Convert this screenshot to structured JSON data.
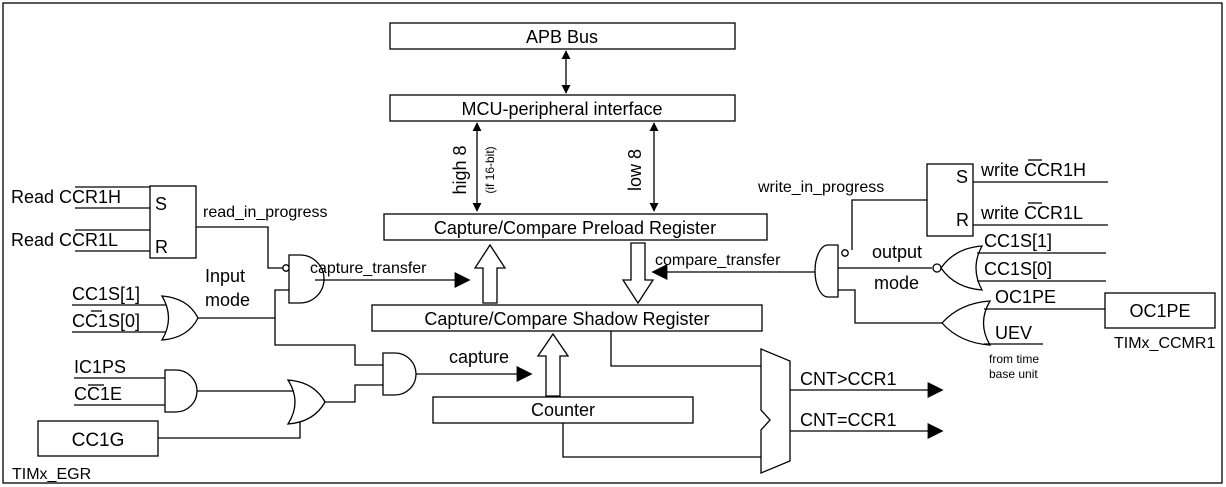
{
  "blocks": {
    "apb_bus": "APB Bus",
    "mcu_interface": "MCU-peripheral interface",
    "preload_register": "Capture/Compare Preload Register",
    "shadow_register": "Capture/Compare Shadow Register",
    "counter": "Counter",
    "cc1g": "CC1G",
    "oc1pe": "OC1PE"
  },
  "captions": {
    "timx_egr": "TIMx_EGR",
    "timx_ccmr1": "TIMx_CCMR1"
  },
  "bus_labels": {
    "high_8": "high 8",
    "if_16_bit": "(if 16-bit)",
    "low_8": "low 8"
  },
  "read_latch": {
    "read_ccr1h": "Read CCR1H",
    "read_ccr1l": "Read CCR1L",
    "s": "S",
    "r": "R",
    "output": "read_in_progress"
  },
  "write_latch": {
    "input": "write_in_progress",
    "write_ccr1h": "write CCR1H",
    "write_ccr1l": "write CCR1L",
    "s": "S",
    "r": "R"
  },
  "input_side": {
    "cc1s1": "CC1S[1]",
    "cc1s0": "CC1S[0]",
    "input_mode_1": "Input",
    "input_mode_2": "mode",
    "ic1ps": "IC1PS",
    "cc1e": "CC1E",
    "capture_transfer": "capture_transfer",
    "capture": "capture"
  },
  "output_side": {
    "compare_transfer": "compare_transfer",
    "output_mode_1": "output",
    "output_mode_2": "mode",
    "cc1s1": "CC1S[1]",
    "cc1s0": "CC1S[0]",
    "oc1pe": "OC1PE",
    "uev": "UEV",
    "from_time_1": "from time",
    "from_time_2": "base unit"
  },
  "comparator": {
    "cnt_gt": "CNT>CCR1",
    "cnt_eq": "CNT=CCR1"
  }
}
